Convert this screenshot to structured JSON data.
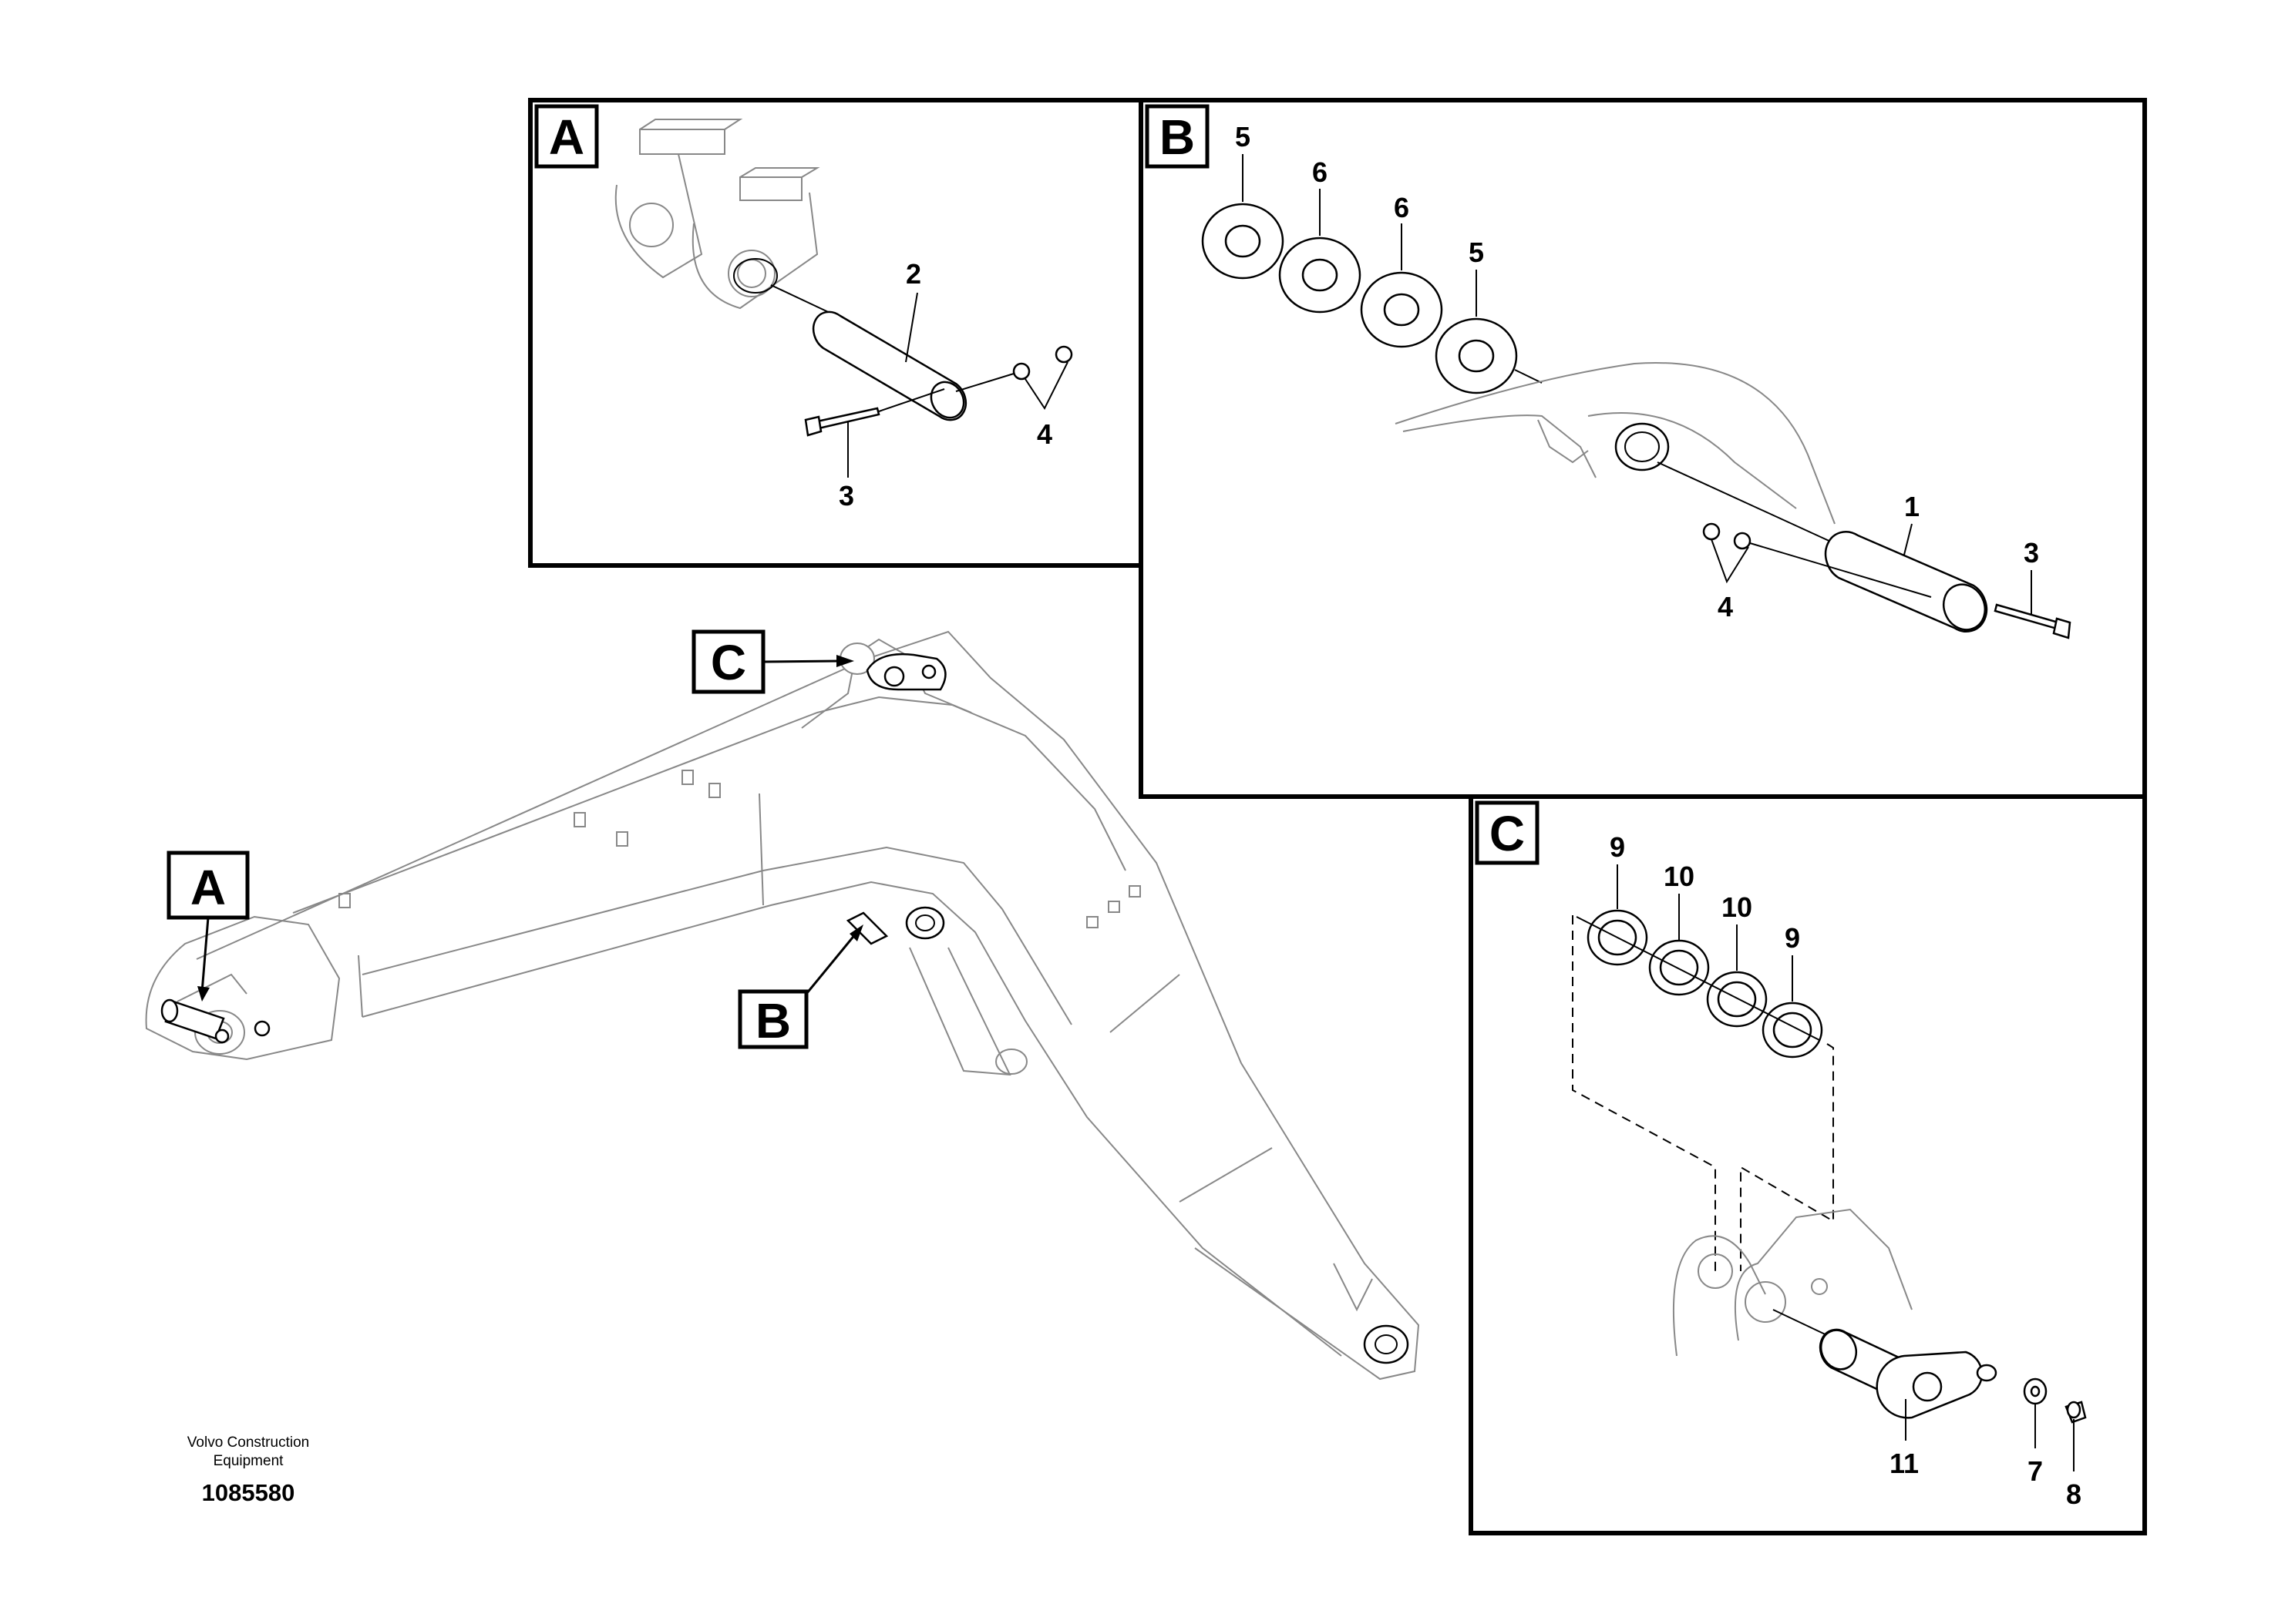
{
  "brand": {
    "line1": "Volvo Construction",
    "line2": "Equipment"
  },
  "drawing_number": "1085580",
  "panels": {
    "A": {
      "letter": "A",
      "parts": [
        "2",
        "3",
        "4"
      ]
    },
    "B": {
      "letter": "B",
      "parts": [
        "5",
        "6",
        "6",
        "5",
        "1",
        "3",
        "4"
      ]
    },
    "C": {
      "letter": "C",
      "parts": [
        "9",
        "10",
        "10",
        "9",
        "11",
        "7",
        "8"
      ]
    }
  },
  "callouts": {
    "A": "A",
    "B": "B",
    "C": "C"
  }
}
